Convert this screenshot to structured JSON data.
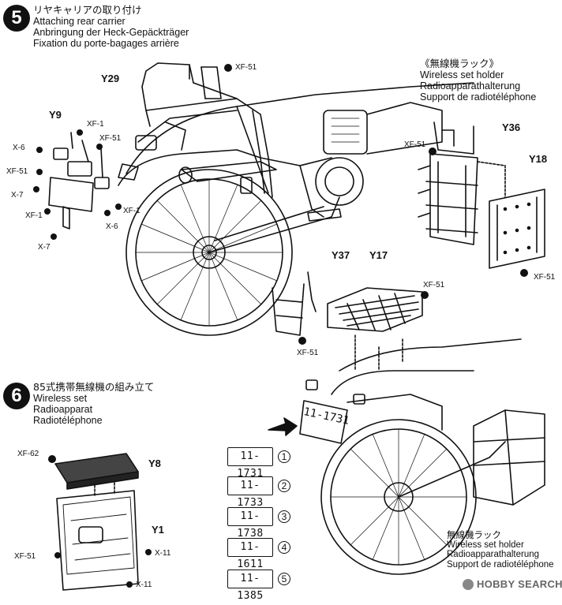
{
  "step5": {
    "number": "5",
    "title_jp": "リヤキャリアの取り付け",
    "title_en": "Attaching rear carrier",
    "title_de": "Anbringung der Heck-Gepäckträger",
    "title_fr": "Fixation du porte-bagages arrière"
  },
  "step6": {
    "number": "6",
    "title_jp": "85式携帯無線機の組み立て",
    "title_en": "Wireless set",
    "title_de": "Radioapparat",
    "title_fr": "Radiotéléphone"
  },
  "rack_box": {
    "title_jp": "《無線機ラック》",
    "en": "Wireless set holder",
    "de": "Radioapparathalterung",
    "fr": "Support de radiotéléphone"
  },
  "rack_callout": {
    "jp": "無線機ラック",
    "en": "Wireless set holder",
    "de": "Radioapparathalterung",
    "fr": "Support de radiotéléphone"
  },
  "parts": {
    "y29": "Y29",
    "y9": "Y9",
    "y36": "Y36",
    "y18": "Y18",
    "y37": "Y37",
    "y17": "Y17",
    "y8": "Y8",
    "y1": "Y1"
  },
  "fasteners": {
    "xf51": "XF-51",
    "xf1": "XF-1",
    "x6": "X-6",
    "x7": "X-7",
    "xf62": "XF-62",
    "x11": "X-11"
  },
  "plate_main": "11-1731",
  "plates": [
    {
      "text": "11-1731",
      "index": "1"
    },
    {
      "text": "11-1733",
      "index": "2"
    },
    {
      "text": "11-1738",
      "index": "3"
    },
    {
      "text": "11-1611",
      "index": "4"
    },
    {
      "text": "11-1385",
      "index": "5"
    }
  ],
  "watermark": "HOBBY SEARCH"
}
